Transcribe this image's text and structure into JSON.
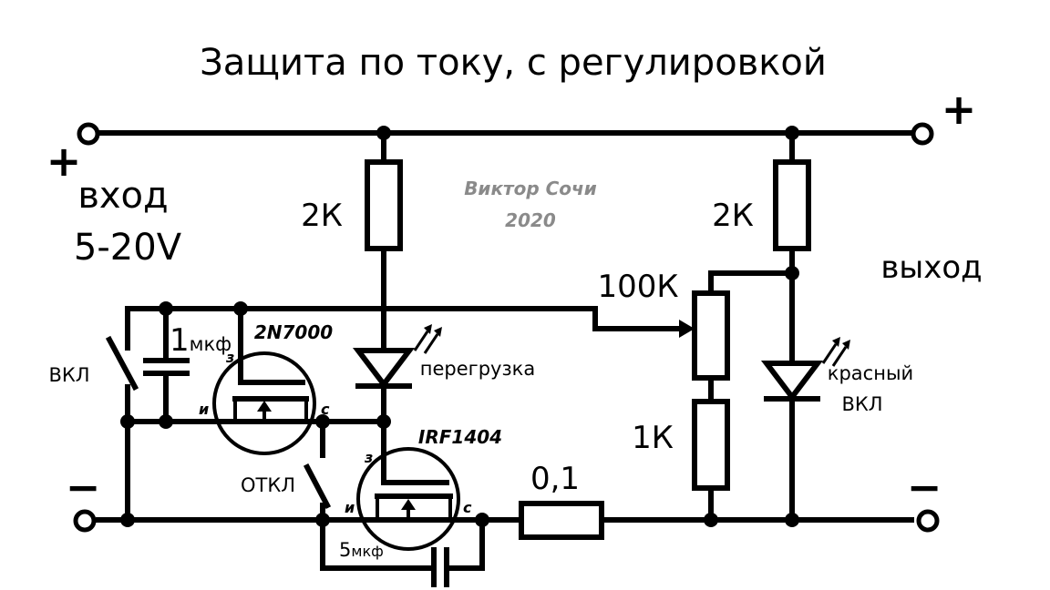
{
  "title": "Защита по току, с регулировкой",
  "author": {
    "name": "Виктор Сочи",
    "year": "2020"
  },
  "input": {
    "plus": "+",
    "minus": "−",
    "label": "вход",
    "voltage": "5-20V"
  },
  "output": {
    "plus": "+",
    "minus": "−",
    "label": "выход"
  },
  "components": {
    "r_top_left": "2К",
    "r_top_right": "2К",
    "pot": "100К",
    "r_bottom": "1К",
    "shunt": "0,1",
    "cap1": "1",
    "cap1_unit": "мкф",
    "cap2": "5",
    "cap2_unit": "мкф",
    "q1": "2N7000",
    "q2": "IRF1404",
    "led1": "перегрузка",
    "led2_color": "красный",
    "led2_state": "ВКЛ",
    "sw_on": "ВКЛ",
    "sw_off": "ОТКЛ"
  },
  "pins": {
    "gate": "з",
    "source": "и",
    "drain": "с"
  }
}
